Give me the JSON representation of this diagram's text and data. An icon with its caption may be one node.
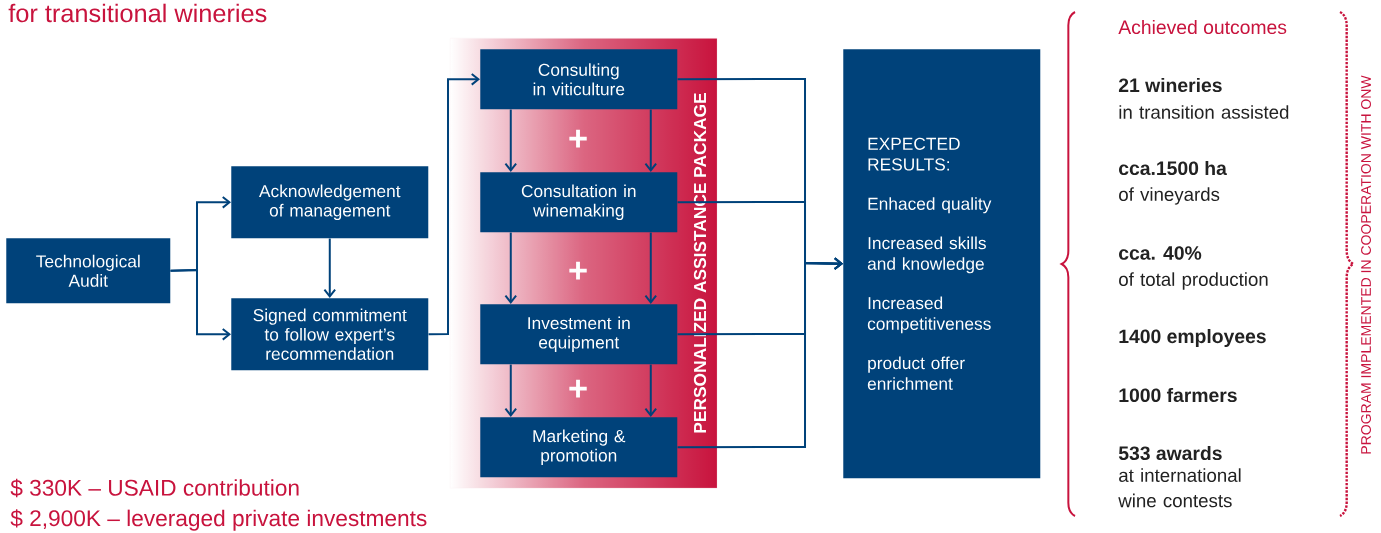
{
  "diagram": {
    "title": "for transitional wineries",
    "nodes": [
      {
        "text": [
          "Technological Audit"
        ]
      },
      {
        "text": [
          "Acknowledgement of management"
        ]
      },
      {
        "text": [
          "Signed commitment to follow expert’s recommendation"
        ]
      },
      {
        "text": [
          "PERSONALIZED ASSISTANCE PACKAGE"
        ]
      },
      {
        "text": [
          "Consulting in viticulture"
        ],
        "in": 3
      },
      {
        "text": [
          "Consultation in winemaking"
        ],
        "in": 3
      },
      {
        "text": [
          "Investment in equipment"
        ],
        "in": 3
      },
      {
        "text": [
          "Marketing & promotion"
        ],
        "in": 3
      },
      {
        "text": [
          "EXPECTED RESULTS:",
          "Enhaced quality",
          "Increased skills and knowledge",
          "Increased competitiveness",
          "product offer enrichment"
        ]
      }
    ],
    "edges": [
      {
        "from": 0,
        "to": 1,
        "arrow": "to"
      },
      {
        "from": 0,
        "to": 2,
        "arrow": "to"
      },
      {
        "from": 1,
        "to": 2,
        "arrow": "to"
      },
      {
        "from": 2,
        "to": 4,
        "arrow": "to"
      },
      {
        "from": 4,
        "to": 5,
        "arrow": "to"
      },
      {
        "from": 4,
        "to": 5,
        "arrow": "to"
      },
      {
        "from": 5,
        "to": 6,
        "arrow": "to"
      },
      {
        "from": 5,
        "to": 6,
        "arrow": "to"
      },
      {
        "from": 6,
        "to": 7,
        "arrow": "to"
      },
      {
        "from": 6,
        "to": 7,
        "arrow": "to"
      },
      {
        "from": 4,
        "to": 8,
        "arrow": "to"
      },
      {
        "from": 5,
        "to": 8,
        "arrow": "to"
      },
      {
        "from": 6,
        "to": 8,
        "arrow": "to"
      },
      {
        "from": 7,
        "to": 8,
        "arrow": "to"
      }
    ],
    "labels": [
      "+",
      "+",
      "+",
      "$ 330K – USAID contribution",
      "$ 2,900K – leveraged private investments",
      "Achieved outcomes",
      "21 wineries",
      "in transition assisted",
      "cca.1500 ha",
      "of vineyards",
      "cca. 40%",
      "of total production",
      "1400 employees",
      "1000 farmers",
      "533 awards",
      "at international wine contests",
      "PROGRAM IMPLEMENTED IN COOPERATION WITH ONW"
    ]
  }
}
